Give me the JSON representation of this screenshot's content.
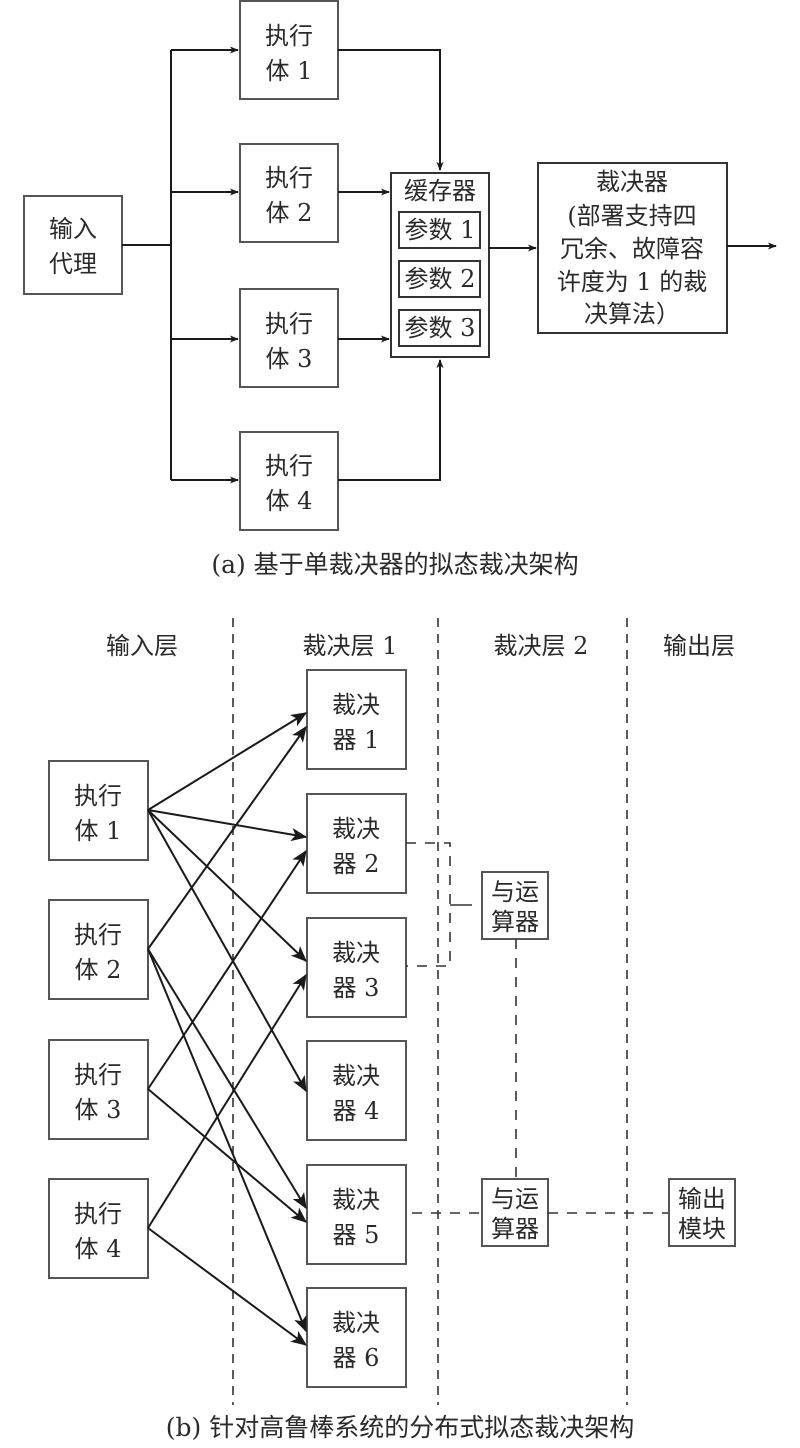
{
  "part_a": {
    "caption": "(a) 基于单裁决器的拟态裁决架构",
    "input_proxy": [
      "输入",
      "代理"
    ],
    "executors": [
      [
        "执行",
        "体 1"
      ],
      [
        "执行",
        "体 2"
      ],
      [
        "执行",
        "体 3"
      ],
      [
        "执行",
        "体 4"
      ]
    ],
    "buffer": {
      "title": "缓存器",
      "params": [
        "参数 1",
        "参数 2",
        "参数 3"
      ]
    },
    "judge": [
      "裁决器",
      "(部署支持四",
      "冗余、故障容",
      "许度为 1 的裁",
      "决算法）"
    ]
  },
  "part_b": {
    "caption": "(b) 针对高鲁棒系统的分布式拟态裁决架构",
    "layers": [
      "输入层",
      "裁决层 1",
      "裁决层 2",
      "输出层"
    ],
    "executors": [
      [
        "执行",
        "体 1"
      ],
      [
        "执行",
        "体 2"
      ],
      [
        "执行",
        "体 3"
      ],
      [
        "执行",
        "体 4"
      ]
    ],
    "judges": [
      [
        "裁决",
        "器 1"
      ],
      [
        "裁决",
        "器 2"
      ],
      [
        "裁决",
        "器 3"
      ],
      [
        "裁决",
        "器 4"
      ],
      [
        "裁决",
        "器 5"
      ],
      [
        "裁决",
        "器 6"
      ]
    ],
    "and_gates": [
      [
        "与运",
        "算器"
      ],
      [
        "与运",
        "算器"
      ]
    ],
    "output_module": [
      "输出",
      "模块"
    ],
    "connections": [
      {
        "from": 1,
        "to": [
          1,
          2,
          3,
          4
        ]
      },
      {
        "from": 2,
        "to": [
          1,
          5,
          6
        ]
      },
      {
        "from": 3,
        "to": [
          2,
          5
        ]
      },
      {
        "from": 4,
        "to": [
          3,
          6
        ]
      }
    ]
  }
}
